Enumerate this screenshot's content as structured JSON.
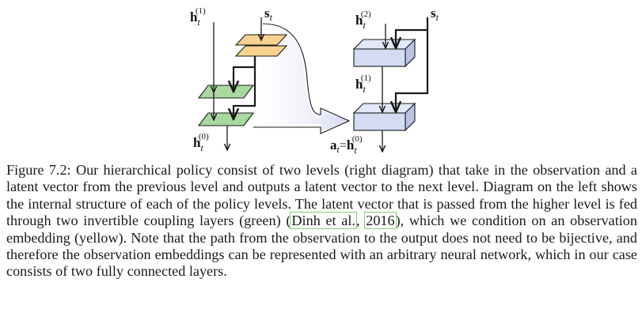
{
  "diagram": {
    "left_labels": {
      "h_t_1": {
        "base": "h",
        "sub": "t",
        "sup": "(1)"
      },
      "s_t": {
        "base": "s",
        "sub": "t"
      },
      "h_t_0": {
        "base": "h",
        "sub": "t",
        "sup": "(0)"
      }
    },
    "right_labels": {
      "h_t_2": {
        "base": "h",
        "sub": "t",
        "sup": "(2)"
      },
      "s_t": {
        "base": "s",
        "sub": "t"
      },
      "h_t_1": {
        "base": "h",
        "sub": "t",
        "sup": "(1)"
      },
      "a_t": {
        "base": "a",
        "sub": "t",
        "eq": "="
      },
      "h_t_0": {
        "base": "h",
        "sub": "t",
        "sup": "(0)"
      }
    },
    "colors": {
      "observation_embedding": "#f8d28e",
      "coupling_layer": "#a9d8a0",
      "policy_level": "#d4dcf4",
      "expansion_arrow": "#e7e9f6",
      "stroke": "#1a1a1a"
    }
  },
  "caption": {
    "figure_label": "Figure 7.2:",
    "part1": " Our hierarchical policy consist of two levels (right diagram) that take in the observation and a latent vector from the previous level and outputs a latent vector to the next level. Diagram on the left shows the internal structure of each of the policy levels. The latent vector that is passed from the higher level is fed through two invertible coupling layers (green) (",
    "cite_authors": "Dinh et al.",
    "cite_sep": ", ",
    "cite_year": "2016",
    "part2": "), which we condition on an observation embedding (yellow). Note that the path from the observation to the output does not need to be bijective, and therefore the observation embeddings can be represented with an arbitrary neural network, which in our case consists of two fully connected layers."
  }
}
